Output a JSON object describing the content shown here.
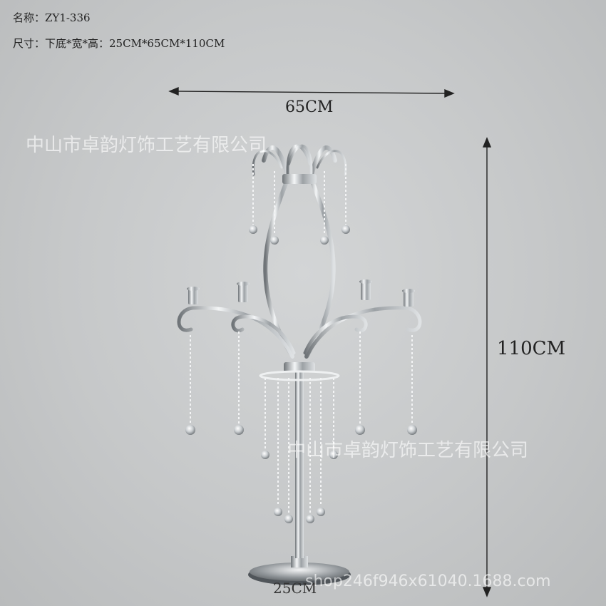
{
  "product": {
    "name_line": "名称：ZY1-336",
    "size_line": "尺寸：下底*宽*高：25CM*65CM*110CM"
  },
  "dimensions": {
    "width_label": "65CM",
    "height_label": "110CM",
    "base_label": "25CM"
  },
  "watermarks": {
    "company": "中山市卓韵灯饰工艺有限公司",
    "company_mid": "中山市卓韵灯饰工艺有限公司",
    "shop_url": "shop246f946x61040.1688.com"
  },
  "colors": {
    "background": "#c8cacb",
    "chrome": "#e8eaec",
    "chrome_dark": "#6f7478",
    "text": "#222222"
  }
}
